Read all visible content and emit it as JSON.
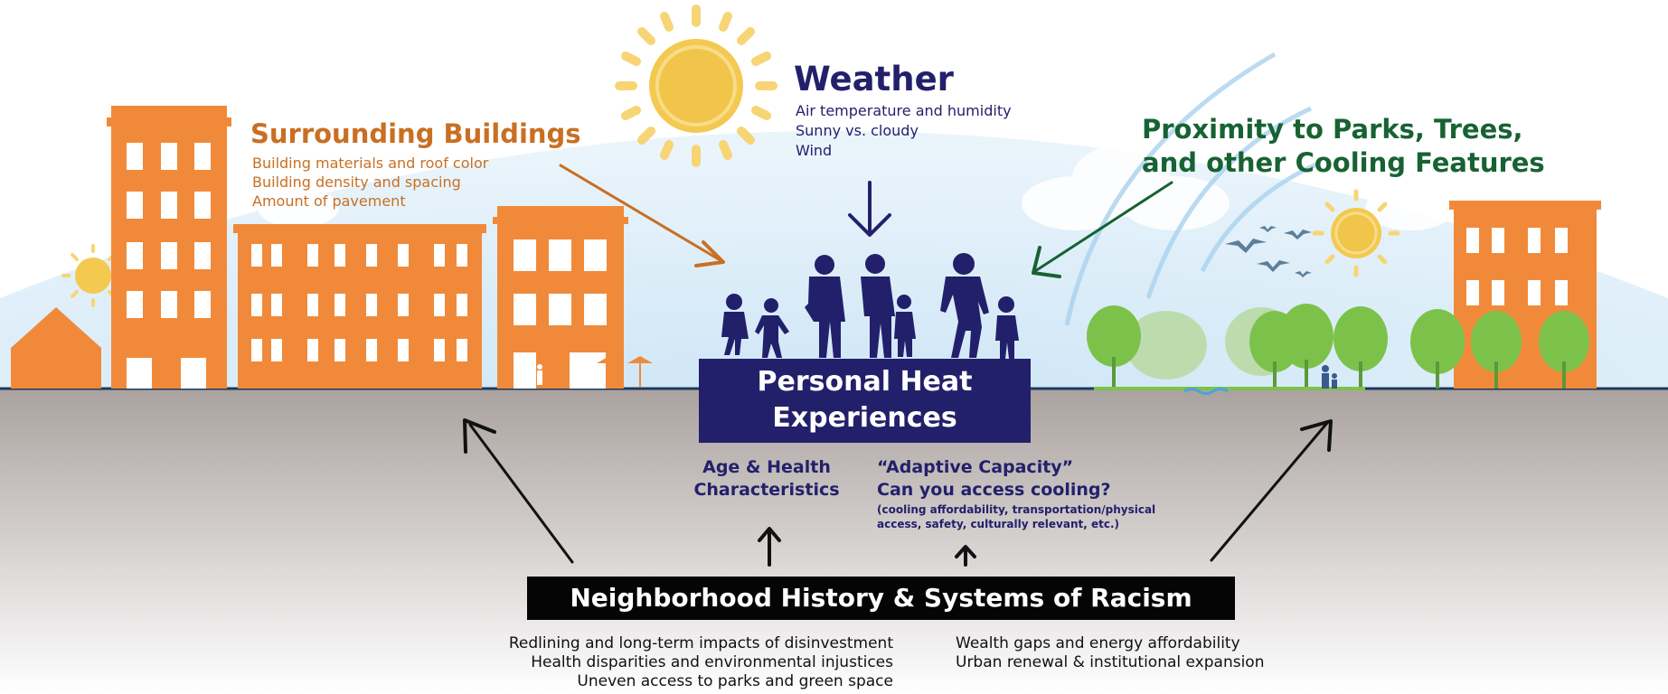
{
  "weather": {
    "title": "Weather",
    "items": [
      "Air temperature and humidity",
      "Sunny vs. cloudy",
      "Wind"
    ]
  },
  "buildings": {
    "title": "Surrounding Buildings",
    "items": [
      "Building materials and roof color",
      "Building density and spacing",
      "Amount of pavement"
    ]
  },
  "parks": {
    "title_lines": [
      "Proximity to Parks, Trees,",
      "and other Cooling Features"
    ]
  },
  "personal": {
    "title_lines": [
      "Personal Heat",
      "Experiences"
    ]
  },
  "age_health": {
    "lines": [
      "Age & Health",
      "Characteristics"
    ]
  },
  "adaptive": {
    "title": "“Adaptive Capacity”",
    "question": "Can you access cooling?",
    "detail_lines": [
      "(cooling affordability, transportation/physical",
      "access, safety, culturally relevant, etc.)"
    ]
  },
  "neighborhood": {
    "title": "Neighborhood History & Systems of Racism",
    "left_items": [
      "Redlining and long-term impacts of disinvestment",
      "Health disparities and environmental injustices",
      "Uneven access to parks and green space"
    ],
    "right_items": [
      "Wealth gaps and energy affordability",
      "Urban renewal & institutional expansion"
    ]
  },
  "colors": {
    "orange": "#f08a3a",
    "orange_text": "#c96f22",
    "navy": "#23206b",
    "green_text": "#176233",
    "tree_green": "#7cc24a",
    "ground": "#b4aca8",
    "sky": "#d9ecf8"
  }
}
